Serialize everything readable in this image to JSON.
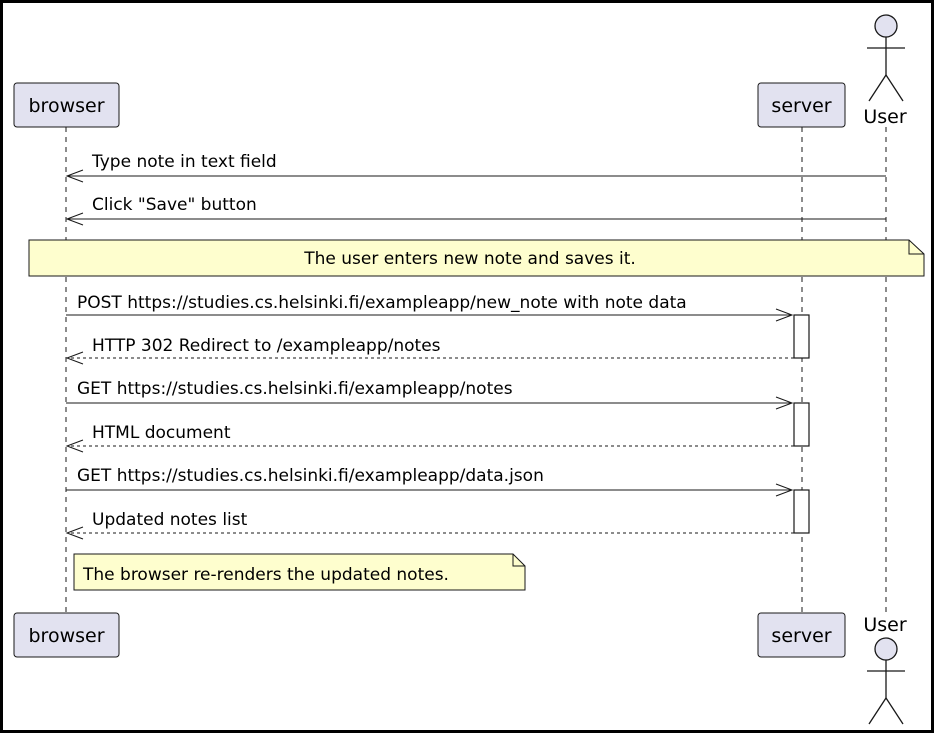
{
  "participants": {
    "browser": "browser",
    "server": "server",
    "user": "User"
  },
  "messages": [
    {
      "text": "Type note in text field"
    },
    {
      "text": "Click \"Save\" button"
    },
    {
      "text": "POST https://studies.cs.helsinki.fi/exampleapp/new_note with note data"
    },
    {
      "text": "HTTP 302 Redirect to /exampleapp/notes"
    },
    {
      "text": "GET https://studies.cs.helsinki.fi/exampleapp/notes"
    },
    {
      "text": "HTML document"
    },
    {
      "text": "GET https://studies.cs.helsinki.fi/exampleapp/data.json"
    },
    {
      "text": "Updated notes list"
    }
  ],
  "notes": [
    {
      "text": "The user enters new note and saves it."
    },
    {
      "text": "The browser re-renders the updated notes."
    }
  ],
  "colors": {
    "participant_fill": "#e2e2f0",
    "note_fill": "#fefece",
    "line": "#181818"
  }
}
